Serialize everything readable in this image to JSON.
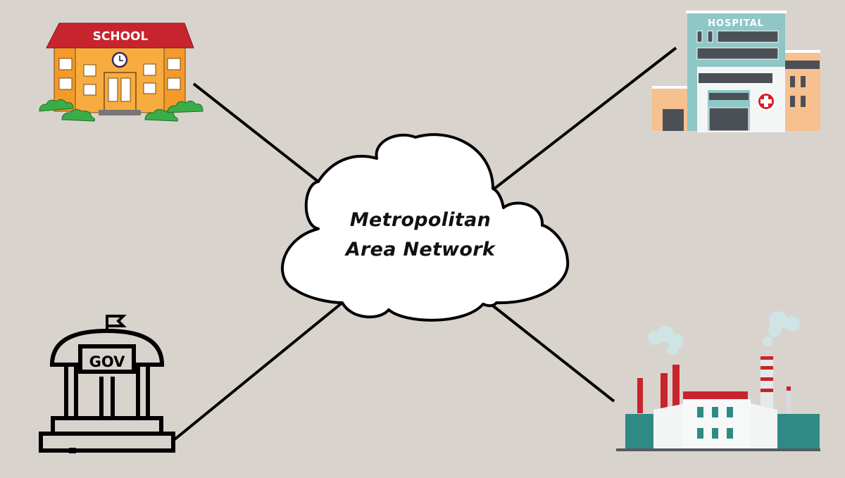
{
  "diagram": {
    "type": "network-topology",
    "background_color": "#d9d3ce",
    "center": {
      "shape": "cloud",
      "line1": "Metropolitan",
      "line2": "Area Network",
      "fill": "#ffffff",
      "stroke": "#000000"
    },
    "nodes": [
      {
        "id": "school",
        "label": "SCHOOL",
        "position": "top-left",
        "roof_color": "#c8242d",
        "wall_color": "#f7a93a",
        "bush_color": "#3aad48"
      },
      {
        "id": "hospital",
        "label": "HOSPITAL",
        "position": "top-right",
        "main_color": "#8fc6c6",
        "wing_color": "#f6c08f",
        "cross_color": "#d71f26"
      },
      {
        "id": "government",
        "label": "GOV",
        "position": "bottom-left",
        "stroke_color": "#000000"
      },
      {
        "id": "factory",
        "label": "",
        "position": "bottom-right",
        "roof_color": "#c8242d",
        "accent_color": "#2f8a86",
        "smoke_color": "#cfe4e4"
      }
    ],
    "edges": [
      {
        "from": "school",
        "to": "cloud"
      },
      {
        "from": "hospital",
        "to": "cloud"
      },
      {
        "from": "government",
        "to": "cloud"
      },
      {
        "from": "factory",
        "to": "cloud"
      }
    ]
  }
}
